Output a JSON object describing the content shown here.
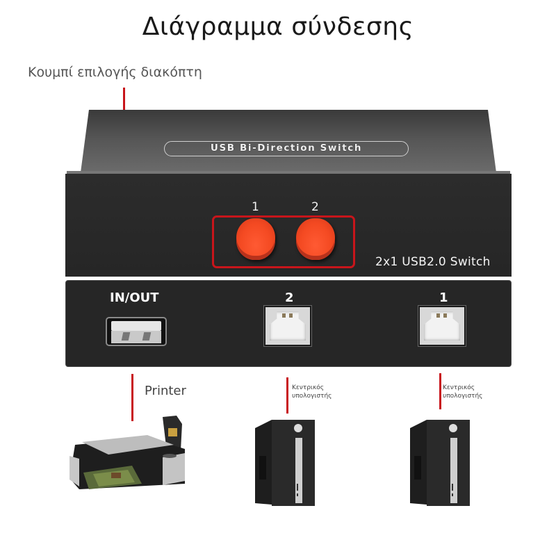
{
  "title": "Διάγραμμα σύνδεσης",
  "callout": {
    "label": "Κουμπί επιλογής διακόπτη",
    "line_color": "#c8151b"
  },
  "device": {
    "top_badge": "USB Bi-Direction Switch",
    "model": "2x1 USB2.0 Switch",
    "buttons": [
      {
        "label": "1",
        "color": "#f44a22"
      },
      {
        "label": "2",
        "color": "#f44a22"
      }
    ],
    "ports": [
      {
        "label": "IN/OUT",
        "type": "usb-a"
      },
      {
        "label": "2",
        "type": "usb-b"
      },
      {
        "label": "1",
        "type": "usb-b"
      }
    ]
  },
  "connections": [
    {
      "port": "IN/OUT",
      "device": "Printer",
      "icon": "printer-icon"
    },
    {
      "port": "2",
      "device": "Κεντρικός υπολογιστής",
      "device_line1": "Κεντρικός",
      "device_line2": "υπολογιστής",
      "icon": "desktop-tower-icon"
    },
    {
      "port": "1",
      "device": "Κεντρικός υπολογιστής",
      "device_line1": "Κεντρικός",
      "device_line2": "υπολογιστής",
      "icon": "desktop-tower-icon"
    }
  ],
  "colors": {
    "accent_red": "#c8151b",
    "button_orange": "#f44a22",
    "device_body": "#262626"
  }
}
